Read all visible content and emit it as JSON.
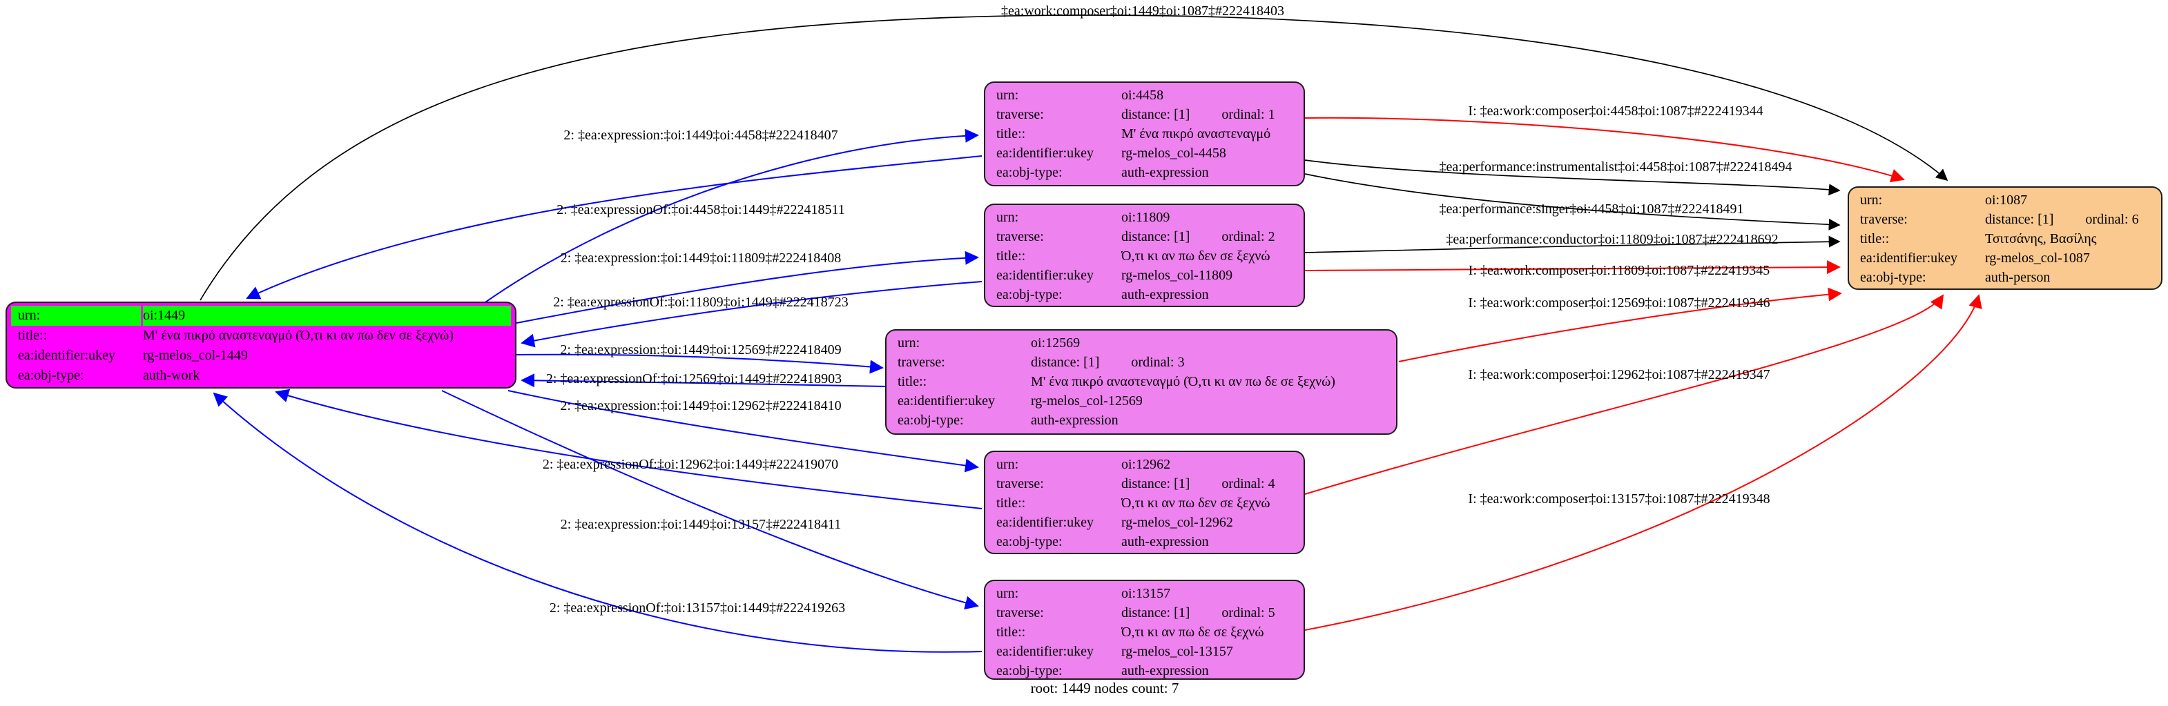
{
  "diagram": {
    "footer": "root: 1449 nodes count: 7",
    "colors": {
      "work_fill": "#FF00FF",
      "work_urn_row_fill": "#00FF00",
      "expression_fill": "#EE82EE",
      "person_fill": "#FAC98F",
      "edge_expression_color": "#0000FF",
      "edge_inferred_color": "#FF0000",
      "edge_direct_color": "#000000"
    }
  },
  "nodes": {
    "n1449": {
      "kind": "auth-work",
      "rows": [
        {
          "label": "urn:",
          "value": "oi:1449"
        },
        {
          "label": "title::",
          "value": "Μ' ένα πικρό αναστεναγμό (Ό,τι κι αν πω δεν σε ξεχνώ)"
        },
        {
          "label": "ea:identifier:ukey",
          "value": "rg-melos_col-1449"
        },
        {
          "label": "ea:obj-type:",
          "value": "auth-work"
        }
      ]
    },
    "n4458": {
      "kind": "auth-expression",
      "rows": [
        {
          "label": "urn:",
          "value": "oi:4458"
        },
        {
          "label": "traverse:",
          "value": "distance: [1]",
          "value2": "ordinal: 1"
        },
        {
          "label": "title::",
          "value": "Μ' ένα πικρό αναστεναγμό"
        },
        {
          "label": "ea:identifier:ukey",
          "value": "rg-melos_col-4458"
        },
        {
          "label": "ea:obj-type:",
          "value": "auth-expression"
        }
      ]
    },
    "n11809": {
      "kind": "auth-expression",
      "rows": [
        {
          "label": "urn:",
          "value": "oi:11809"
        },
        {
          "label": "traverse:",
          "value": "distance: [1]",
          "value2": "ordinal: 2"
        },
        {
          "label": "title::",
          "value": "Ό,τι κι αν πω δεν σε ξεχνώ"
        },
        {
          "label": "ea:identifier:ukey",
          "value": "rg-melos_col-11809"
        },
        {
          "label": "ea:obj-type:",
          "value": "auth-expression"
        }
      ]
    },
    "n12569": {
      "kind": "auth-expression",
      "rows": [
        {
          "label": "urn:",
          "value": "oi:12569"
        },
        {
          "label": "traverse:",
          "value": "distance: [1]",
          "value2": "ordinal: 3"
        },
        {
          "label": "title::",
          "value": "Μ' ένα πικρό αναστεναγμό (Ό,τι κι αν πω δε σε ξεχνώ)"
        },
        {
          "label": "ea:identifier:ukey",
          "value": "rg-melos_col-12569"
        },
        {
          "label": "ea:obj-type:",
          "value": "auth-expression"
        }
      ]
    },
    "n12962": {
      "kind": "auth-expression",
      "rows": [
        {
          "label": "urn:",
          "value": "oi:12962"
        },
        {
          "label": "traverse:",
          "value": "distance: [1]",
          "value2": "ordinal: 4"
        },
        {
          "label": "title::",
          "value": "Ό,τι κι αν πω δεν σε ξεχνώ"
        },
        {
          "label": "ea:identifier:ukey",
          "value": "rg-melos_col-12962"
        },
        {
          "label": "ea:obj-type:",
          "value": "auth-expression"
        }
      ]
    },
    "n13157": {
      "kind": "auth-expression",
      "rows": [
        {
          "label": "urn:",
          "value": "oi:13157"
        },
        {
          "label": "traverse:",
          "value": "distance: [1]",
          "value2": "ordinal: 5"
        },
        {
          "label": "title::",
          "value": "Ό,τι κι αν πω δε σε ξεχνώ"
        },
        {
          "label": "ea:identifier:ukey",
          "value": "rg-melos_col-13157"
        },
        {
          "label": "ea:obj-type:",
          "value": "auth-expression"
        }
      ]
    },
    "n1087": {
      "kind": "auth-person",
      "rows": [
        {
          "label": "urn:",
          "value": "oi:1087"
        },
        {
          "label": "traverse:",
          "value": "distance: [1]",
          "value2": "ordinal: 6"
        },
        {
          "label": "title::",
          "value": "Τσιτσάνης, Βασίλης"
        },
        {
          "label": "ea:identifier:ukey",
          "value": "rg-melos_col-1087"
        },
        {
          "label": "ea:obj-type:",
          "value": "auth-person"
        }
      ]
    }
  },
  "edge_labels": {
    "composer_1449": "‡ea:work:composer‡oi:1449‡oi:1087‡#222418403",
    "expr_4458": "2: ‡ea:expression:‡oi:1449‡oi:4458‡#222418407",
    "exprof_4458": "2: ‡ea:expressionOf:‡oi:4458‡oi:1449‡#222418511",
    "expr_11809": "2: ‡ea:expression:‡oi:1449‡oi:11809‡#222418408",
    "exprof_11809": "2: ‡ea:expressionOf:‡oi:11809‡oi:1449‡#222418723",
    "expr_12569": "2: ‡ea:expression:‡oi:1449‡oi:12569‡#222418409",
    "exprof_12569": "2: ‡ea:expressionOf:‡oi:12569‡oi:1449‡#222418903",
    "expr_12962": "2: ‡ea:expression:‡oi:1449‡oi:12962‡#222418410",
    "exprof_12962": "2: ‡ea:expressionOf:‡oi:12962‡oi:1449‡#222419070",
    "expr_13157": "2: ‡ea:expression:‡oi:1449‡oi:13157‡#222418411",
    "exprof_13157": "2: ‡ea:expressionOf:‡oi:13157‡oi:1449‡#222419263",
    "composer_4458": "I: ‡ea:work:composer‡oi:4458‡oi:1087‡#222419344",
    "instrumentalist_4458": "‡ea:performance:instrumentalist‡oi:4458‡oi:1087‡#222418494",
    "singer_4458": "‡ea:performance:singer‡oi:4458‡oi:1087‡#222418491",
    "conductor_11809": "‡ea:performance:conductor‡oi:11809‡oi:1087‡#222418692",
    "composer_11809": "I: ‡ea:work:composer‡oi:11809‡oi:1087‡#222419345",
    "composer_12569": "I: ‡ea:work:composer‡oi:12569‡oi:1087‡#222419346",
    "composer_12962": "I: ‡ea:work:composer‡oi:12962‡oi:1087‡#222419347",
    "composer_13157": "I: ‡ea:work:composer‡oi:13157‡oi:1087‡#222419348"
  }
}
